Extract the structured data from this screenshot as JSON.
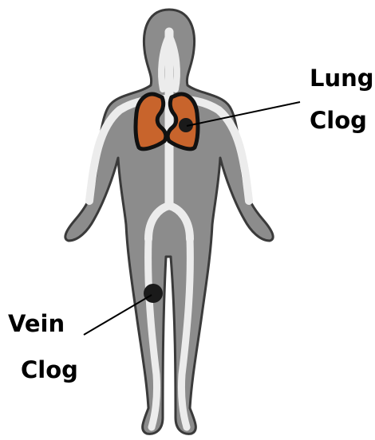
{
  "diagram": {
    "callouts": [
      {
        "id": "lung",
        "lines": [
          "Lung",
          "Clog"
        ]
      },
      {
        "id": "vein",
        "lines": [
          "Vein",
          "Clog"
        ]
      }
    ]
  },
  "colors": {
    "body_fill": "#8c8c8c",
    "body_outline": "#3a3a3a",
    "vessel": "#ececec",
    "lung_fill": "#c8642c",
    "lung_outline": "#111111",
    "clot": "#1a1a1a",
    "leader_line": "#000000",
    "text": "#000000"
  }
}
